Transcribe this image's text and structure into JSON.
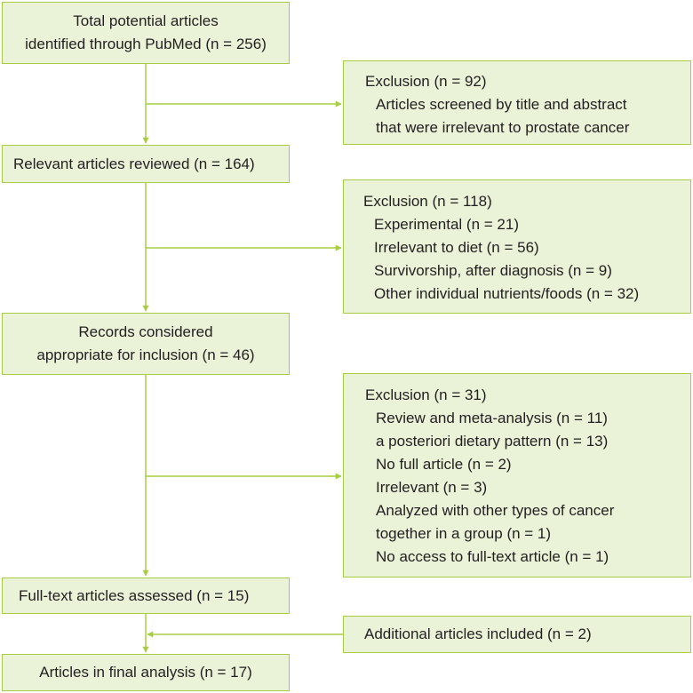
{
  "colors": {
    "box_fill": "#eaf2d7",
    "box_border": "#a8cd45",
    "arrow": "#a8cd45",
    "text": "#231f20"
  },
  "flow": {
    "identified": [
      "Total potential articles",
      "identified through PubMed (n = 256)"
    ],
    "reviewed": "Relevant articles reviewed (n = 164)",
    "considered": [
      "Records considered",
      "appropriate for inclusion (n = 46)"
    ],
    "assessed": "Full-text articles assessed (n = 15)",
    "final": "Articles in final analysis (n = 17)"
  },
  "exclusions": [
    {
      "title": "Exclusion (n = 92)",
      "items": [
        "Articles screened by title and abstract",
        "that were irrelevant to prostate cancer"
      ]
    },
    {
      "title": "Exclusion (n = 118)",
      "items": [
        "Experimental (n = 21)",
        "Irrelevant to diet (n = 56)",
        "Survivorship, after diagnosis (n = 9)",
        "Other individual nutrients/foods (n = 32)"
      ]
    },
    {
      "title": "Exclusion (n = 31)",
      "items": [
        "Review and meta-analysis (n = 11)",
        "a posteriori dietary pattern (n = 13)",
        "No full article (n = 2)",
        "Irrelevant (n = 3)",
        "Analyzed with other types of cancer",
        "together in a group (n = 1)",
        "No access to full-text article (n = 1)"
      ]
    }
  ],
  "additional": "Additional articles included (n = 2)"
}
